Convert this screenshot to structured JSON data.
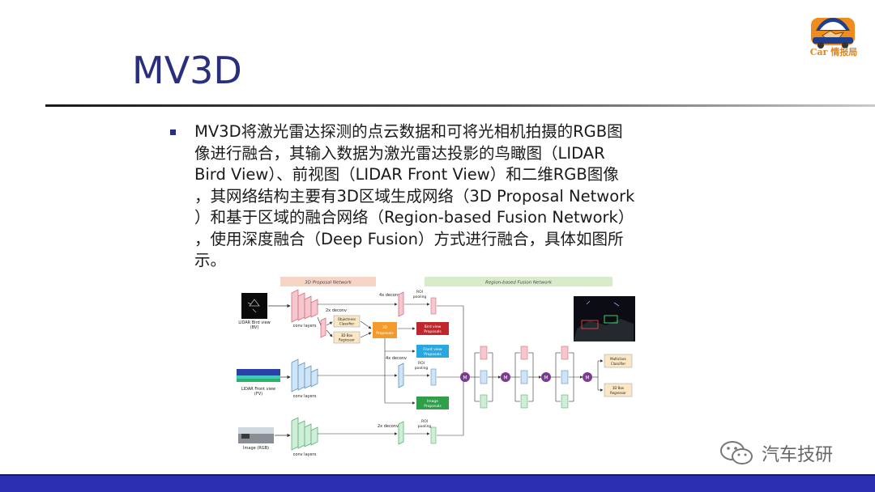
{
  "slide": {
    "title": "MV3D",
    "logo_text": "Car 情报局",
    "body_lines": [
      "MV3D将激光雷达探测的点云数据和可将光相机拍摄的RGB图",
      "像进行融合，其输入数据为激光雷达投影的鸟瞰图（LIDAR",
      "Bird View）、前视图（LIDAR Front View）和二维RGB图像",
      "，其网络结构主要有3D区域生成网络（3D Proposal Network",
      "）和基于区域的融合网络（Region-based Fusion Network）",
      "，使用深度融合（Deep Fusion）方式进行融合，具体如图所",
      "示。"
    ],
    "watermark": "汽车技研"
  },
  "diagram": {
    "section_3d": "3D Proposal Network",
    "section_fusion": "Region-based Fusion Network",
    "in_bv": [
      "LIDAR Bird view",
      "(BV)"
    ],
    "in_fv": [
      "LIDAR Front view",
      "(FV)"
    ],
    "in_rgb": "Image (RGB)",
    "conv": "conv layers",
    "deconv_2x": "2x deconv",
    "deconv_4x": "4x deconv",
    "roi": [
      "ROI",
      "pooling"
    ],
    "objectness": [
      "Objectness",
      "Classifier"
    ],
    "box_reg": [
      "3D Box",
      "Regressor"
    ],
    "proposals_3d": [
      "3D",
      "Proposals"
    ],
    "bv_prop": [
      "Bird view",
      "Proposals"
    ],
    "fv_prop": [
      "Front view",
      "Proposals"
    ],
    "img_prop": [
      "Image",
      "Proposals"
    ],
    "mclass": [
      "Multiclass",
      "Classifier"
    ],
    "box_reg_out": [
      "3D Box",
      "Regressor"
    ],
    "fusion_symbol": "M"
  },
  "colors": {
    "title": "#2b2e7e",
    "bullet": "#2b2e7e",
    "bottom_bar": "#2a2eb0",
    "proposal_orange": "#f39a2b",
    "bv_red": "#c0272d",
    "fv_blue": "#29a8e0",
    "img_green": "#2e9e49",
    "fusion_purple": "#7a3b8f"
  }
}
